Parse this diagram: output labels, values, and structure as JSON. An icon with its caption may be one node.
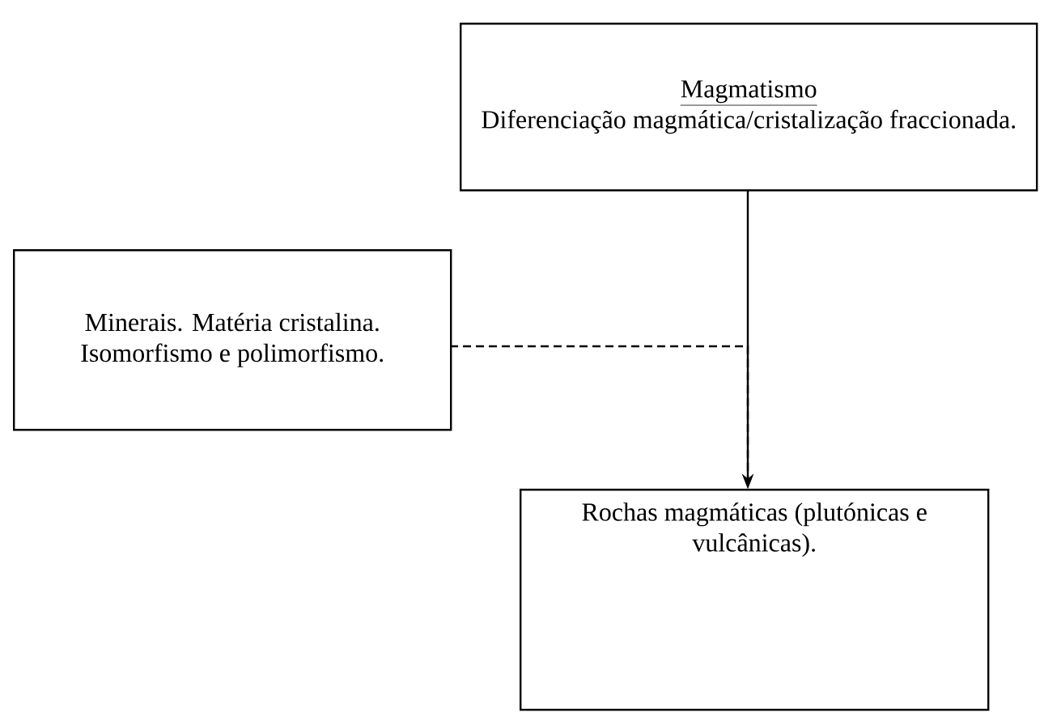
{
  "diagram": {
    "nodes": [
      {
        "text": [
          "Magmatismo",
          "Diferenciação magmática/cristalização fraccionada."
        ]
      },
      {
        "text": [
          "Minerais. Matéria cristalina. Isomorfismo e polimorfismo."
        ]
      },
      {
        "text": [
          "Rochas magmáticas (plutónicas e vulcânicas)."
        ]
      }
    ],
    "edges": [
      {
        "from": 0,
        "to": 2,
        "arrow": "to"
      },
      {
        "from": 1,
        "to": 2,
        "arrow": "to",
        "style": "dashed"
      }
    ]
  }
}
